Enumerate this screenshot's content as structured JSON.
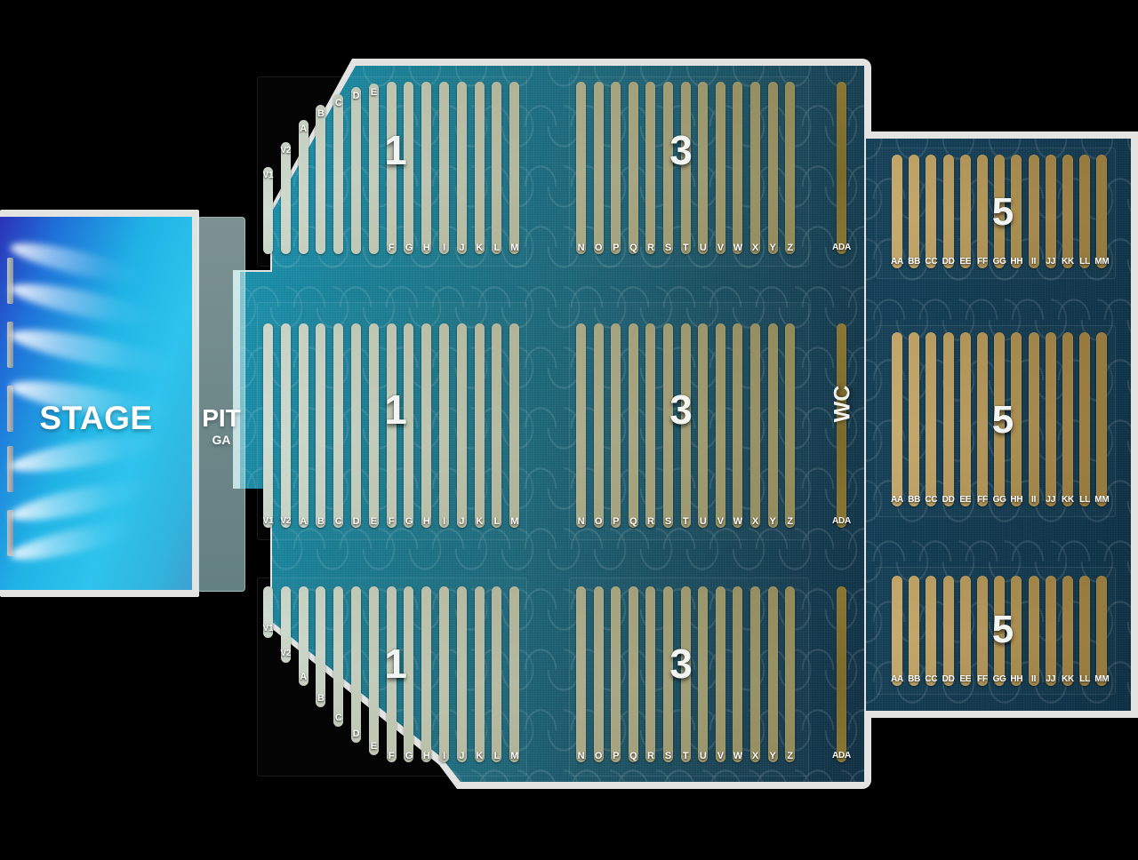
{
  "venue": {
    "stage": {
      "label": "STAGE"
    },
    "pit": {
      "label": "PIT",
      "sublabel": "GA"
    },
    "wc": {
      "label": "WC"
    },
    "colors": {
      "background": "#000000",
      "outline": "#e3e4e2",
      "floor_near": "#1f9ab5",
      "floor_far": "#133246",
      "upper_near": "#16425a",
      "upper_far": "#103246",
      "seat_near": "#cfdcd2",
      "seat_far": "#7b6a2c",
      "stage_blue": "#20b4e6",
      "pit_fill": "#c8ebeb",
      "label_text": "#ffffff"
    }
  },
  "sections": [
    {
      "id": "sec1-top",
      "number": "1",
      "rows": [
        "V1",
        "V2",
        "A",
        "B",
        "C",
        "D",
        "E",
        "F",
        "G",
        "H",
        "I",
        "J",
        "K",
        "L",
        "M"
      ]
    },
    {
      "id": "sec1-mid",
      "number": "1",
      "rows": [
        "V1",
        "V2",
        "A",
        "B",
        "C",
        "D",
        "E",
        "F",
        "G",
        "H",
        "I",
        "J",
        "K",
        "L",
        "M"
      ]
    },
    {
      "id": "sec1-bot",
      "number": "1",
      "rows": [
        "V1",
        "V2",
        "A",
        "B",
        "C",
        "D",
        "E",
        "F",
        "G",
        "H",
        "I",
        "J",
        "K",
        "L",
        "M"
      ]
    },
    {
      "id": "sec3-top",
      "number": "3",
      "rows": [
        "N",
        "O",
        "P",
        "Q",
        "R",
        "S",
        "T",
        "U",
        "V",
        "W",
        "X",
        "Y",
        "Z"
      ]
    },
    {
      "id": "sec3-mid",
      "number": "3",
      "rows": [
        "N",
        "O",
        "P",
        "Q",
        "R",
        "S",
        "T",
        "U",
        "V",
        "W",
        "X",
        "Y",
        "Z"
      ]
    },
    {
      "id": "sec3-bot",
      "number": "3",
      "rows": [
        "N",
        "O",
        "P",
        "Q",
        "R",
        "S",
        "T",
        "U",
        "V",
        "W",
        "X",
        "Y",
        "Z"
      ]
    },
    {
      "id": "sec5-top",
      "number": "5",
      "rows": [
        "AA",
        "BB",
        "CC",
        "DD",
        "EE",
        "FF",
        "GG",
        "HH",
        "II",
        "JJ",
        "KK",
        "LL",
        "MM"
      ]
    },
    {
      "id": "sec5-mid",
      "number": "5",
      "rows": [
        "AA",
        "BB",
        "CC",
        "DD",
        "EE",
        "FF",
        "GG",
        "HH",
        "II",
        "JJ",
        "KK",
        "LL",
        "MM"
      ]
    },
    {
      "id": "sec5-bot",
      "number": "5",
      "rows": [
        "AA",
        "BB",
        "CC",
        "DD",
        "EE",
        "FF",
        "GG",
        "HH",
        "II",
        "JJ",
        "KK",
        "LL",
        "MM"
      ]
    }
  ],
  "ada_rows": [
    {
      "id": "ada-top",
      "label": "ADA"
    },
    {
      "id": "ada-mid",
      "label": "ADA"
    },
    {
      "id": "ada-bot",
      "label": "ADA"
    }
  ]
}
